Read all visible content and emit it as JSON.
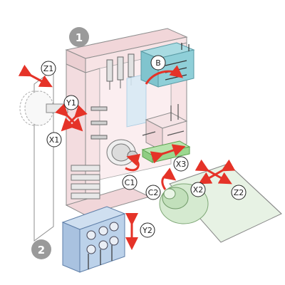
{
  "diagram": {
    "markers": {
      "turret_1": "1",
      "turret_2": "2"
    },
    "axis_labels": {
      "z1": "Z1",
      "y1": "Y1",
      "x1": "X1",
      "b": "B",
      "c1": "C1",
      "x3": "X3",
      "c2": "C2",
      "x2": "X2",
      "z2": "Z2",
      "y2": "Y2"
    },
    "colors": {
      "frame_fill": "#f7e3e5",
      "frame_stroke": "#8e8e8e",
      "turret_blue": "#bcd2ea",
      "b_unit_teal": "#8fcfd8",
      "x3_green": "#9bd88f",
      "spindle_green": "#cde8c8",
      "arrow_red": "#e53328",
      "marker_gray": "#9a9a9a",
      "label_circle": "#ffffff"
    }
  }
}
